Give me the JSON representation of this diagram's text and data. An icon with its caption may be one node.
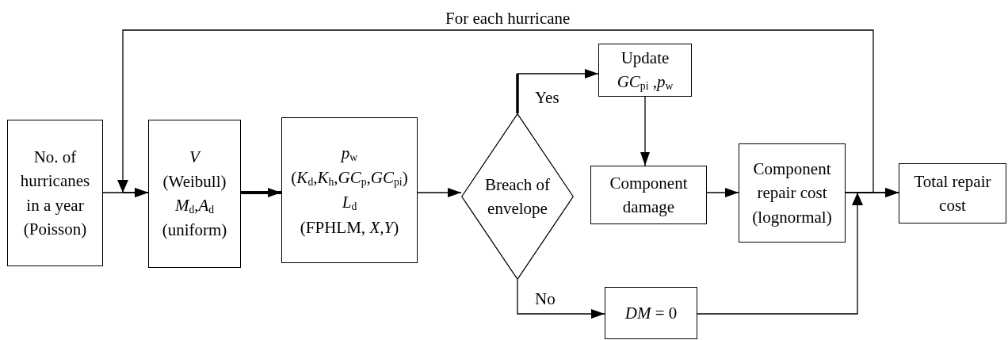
{
  "diagram": {
    "nodes": [
      {
        "text": [
          "No. of hurricanes in a year (Poisson)"
        ]
      },
      {
        "text": [
          "*V*",
          "(Weibull)",
          "*M*$_{d}$,*A*$_{d}$",
          "(uniform)"
        ]
      },
      {
        "text": [
          "*p*$_{w}$",
          "(*K*$_{d}$,*K*$_{h}$,*GC*$_{p}$,*GC*$_{pi}$)",
          "*L*$_{d}$",
          "(FPHLM, *X,Y*)"
        ]
      },
      {
        "text": [
          "Breach of envelope"
        ]
      },
      {
        "text": [
          "Update",
          "*GC*$_{pi}$ ,*p*$_{w}$"
        ]
      },
      {
        "text": [
          "Component damage"
        ]
      },
      {
        "text": [
          "Component repair cost (lognormal)"
        ]
      },
      {
        "text": [
          "Total repair cost"
        ]
      },
      {
        "text": [
          "*DM* = 0"
        ]
      }
    ],
    "edges": [
      {
        "from": 0,
        "to": 1,
        "arrow": "to"
      },
      {
        "from": 1,
        "to": 2,
        "arrow": "to",
        "style": "thick"
      },
      {
        "from": 2,
        "to": 3,
        "arrow": "to"
      },
      {
        "from": 3,
        "to": 4,
        "arrow": "to",
        "label": "Yes"
      },
      {
        "from": 4,
        "to": 5,
        "arrow": "to"
      },
      {
        "from": 5,
        "to": 6,
        "arrow": "to"
      },
      {
        "from": 6,
        "to": 7,
        "arrow": "to"
      },
      {
        "from": 3,
        "to": 8,
        "arrow": "to",
        "label": "No"
      },
      {
        "from": 8,
        "to": 7,
        "arrow": "to"
      },
      {
        "from": 6,
        "to": 1,
        "arrow": "to",
        "label": "For each hurricane"
      }
    ]
  }
}
